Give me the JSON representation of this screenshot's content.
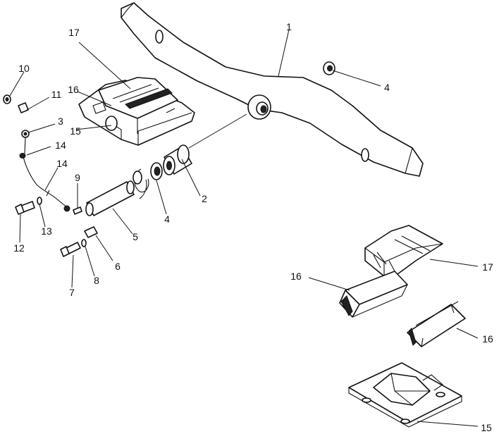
{
  "callouts": {
    "c1": "1",
    "c2": "2",
    "c3": "3",
    "c4a": "4",
    "c4b": "4",
    "c5": "5",
    "c6": "6",
    "c7": "7",
    "c8": "8",
    "c9": "9",
    "c10": "10",
    "c11": "11",
    "c12": "12",
    "c13": "13",
    "c14a": "14",
    "c14b": "14",
    "c15a": "15",
    "c15b": "15",
    "c16a": "16",
    "c16b": "16",
    "c16c": "16",
    "c17a": "17",
    "c17b": "17"
  }
}
